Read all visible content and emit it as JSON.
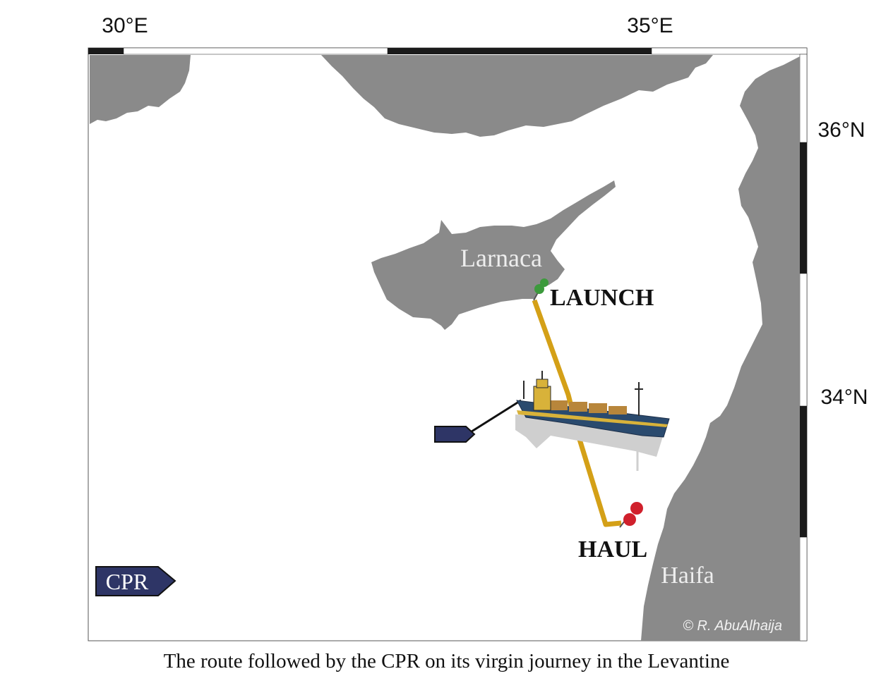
{
  "map": {
    "lon_labels": [
      "30°E",
      "35°E"
    ],
    "lat_labels": [
      "36°N",
      "34°N"
    ],
    "places": {
      "larnaca": "Larnaca",
      "haifa": "Haifa"
    },
    "markers": {
      "launch": {
        "label": "LAUNCH",
        "color": "#3c9a3c"
      },
      "haul": {
        "label": "HAUL",
        "color": "#d0202c"
      }
    },
    "route_color": "#d4a017",
    "land_color": "#8a8a8a",
    "cpr_badge": "CPR",
    "cpr_color": "#2e3566",
    "credit": "© R. AbuAlhaija"
  },
  "caption": "The route followed by the CPR on its virgin journey in the Levantine"
}
